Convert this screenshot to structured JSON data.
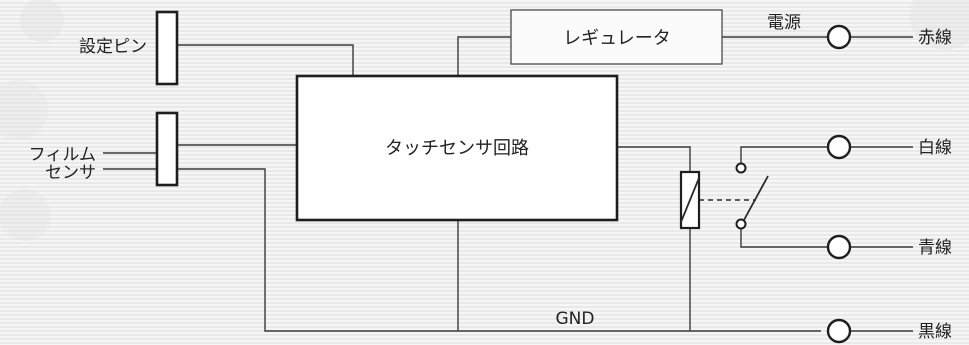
{
  "labels": {
    "setting_pin": "設定ピン",
    "film_sensor_1": "フィルム",
    "film_sensor_2": "センサ",
    "regulator": "レギュレータ",
    "touch_sensor": "タッチセンサ回路",
    "power": "電源",
    "gnd": "GND"
  },
  "wires": {
    "red": "赤線",
    "white": "白線",
    "blue": "青線",
    "black": "黒線"
  },
  "colors": {
    "red_wire": "#a01e1e",
    "white_wire": "#333333",
    "blue_wire": "#1e2f8c",
    "black_wire": "#333333"
  }
}
